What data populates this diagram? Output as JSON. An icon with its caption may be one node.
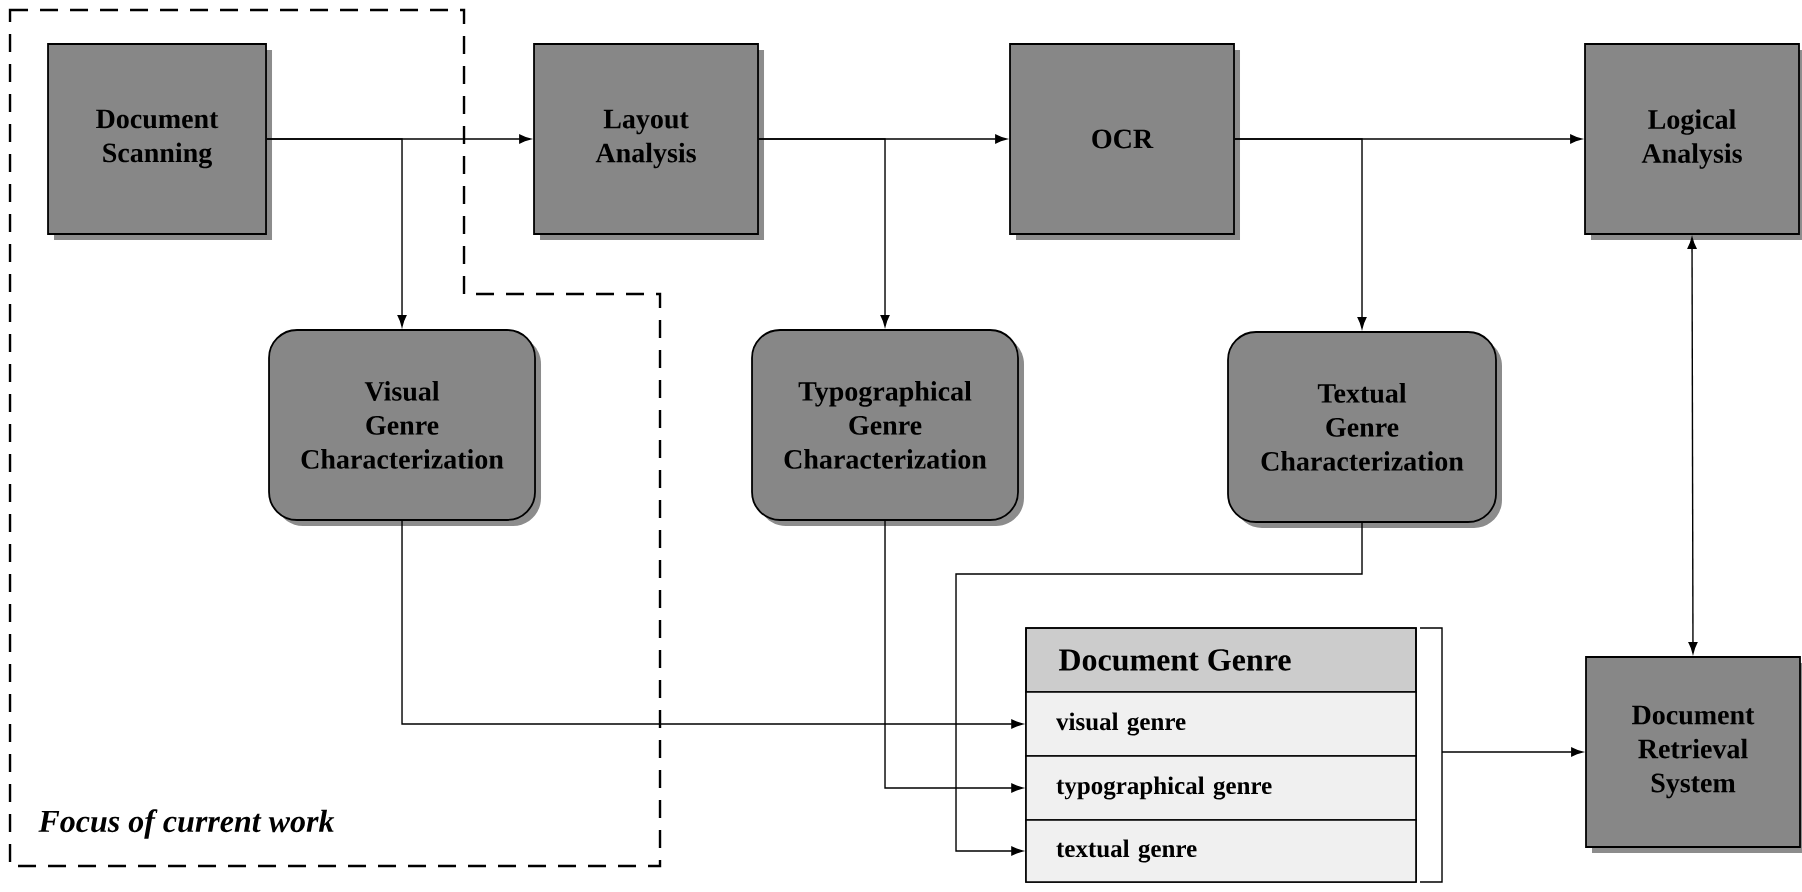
{
  "diagram": {
    "nodes": [
      {
        "text": [
          "Focus of current work"
        ]
      },
      {
        "text": [
          "Document Scanning"
        ],
        "in": 0
      },
      {
        "text": [
          "Layout Analysis"
        ]
      },
      {
        "text": [
          "OCR"
        ]
      },
      {
        "text": [
          "Logical Analysis"
        ]
      },
      {
        "text": [
          "Visual Genre Characterization"
        ],
        "in": 0
      },
      {
        "text": [
          "Typographical Genre Characterization"
        ]
      },
      {
        "text": [
          "Textual Genre Characterization"
        ]
      },
      {
        "text": [
          "Document Genre"
        ]
      },
      {
        "text": [
          "visual genre"
        ],
        "in": 8
      },
      {
        "text": [
          "typographical genre"
        ],
        "in": 8
      },
      {
        "text": [
          "textual genre"
        ],
        "in": 8
      },
      {
        "text": [
          "Document Retrieval System"
        ]
      }
    ],
    "edges": [
      {
        "from": 1,
        "to": 2,
        "arrow": "to"
      },
      {
        "from": 1,
        "to": 5,
        "arrow": "to"
      },
      {
        "from": 2,
        "to": 3,
        "arrow": "to"
      },
      {
        "from": 2,
        "to": 6,
        "arrow": "to"
      },
      {
        "from": 3,
        "to": 4,
        "arrow": "to"
      },
      {
        "from": 3,
        "to": 7,
        "arrow": "to"
      },
      {
        "from": 4,
        "to": 12,
        "arrow": "both"
      },
      {
        "from": 5,
        "to": 9,
        "arrow": "to"
      },
      {
        "from": 6,
        "to": 10,
        "arrow": "to"
      },
      {
        "from": 7,
        "to": 11,
        "arrow": "to"
      },
      {
        "from": 8,
        "to": 12,
        "arrow": "to"
      }
    ]
  }
}
